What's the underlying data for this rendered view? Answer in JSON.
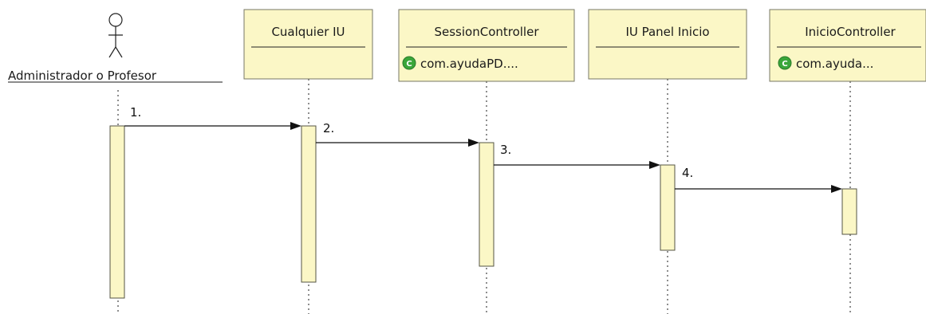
{
  "actor": {
    "label": "Administrador o Profesor",
    "icon": "stick-figure-icon"
  },
  "lifelines": [
    {
      "id": "cualquier-iu",
      "name": "Cualquier IU",
      "subtitle": "",
      "icon": ""
    },
    {
      "id": "session-controller",
      "name": "SessionController",
      "subtitle": "com.ayudaPD....",
      "icon": "class-icon"
    },
    {
      "id": "iu-panel-inicio",
      "name": "IU Panel Inicio",
      "subtitle": "",
      "icon": ""
    },
    {
      "id": "inicio-controller",
      "name": "InicioController",
      "subtitle": "com.ayuda...",
      "icon": "class-icon"
    }
  ],
  "messages": [
    {
      "label": "1.",
      "from": "actor",
      "to": "cualquier-iu"
    },
    {
      "label": "2.",
      "from": "cualquier-iu",
      "to": "session-controller"
    },
    {
      "label": "3.",
      "from": "session-controller",
      "to": "iu-panel-inicio"
    },
    {
      "label": "4.",
      "from": "iu-panel-inicio",
      "to": "inicio-controller"
    }
  ],
  "colors": {
    "box_fill": "#fbf7c6",
    "box_border": "#777766",
    "class_icon": "#3aa63a"
  }
}
